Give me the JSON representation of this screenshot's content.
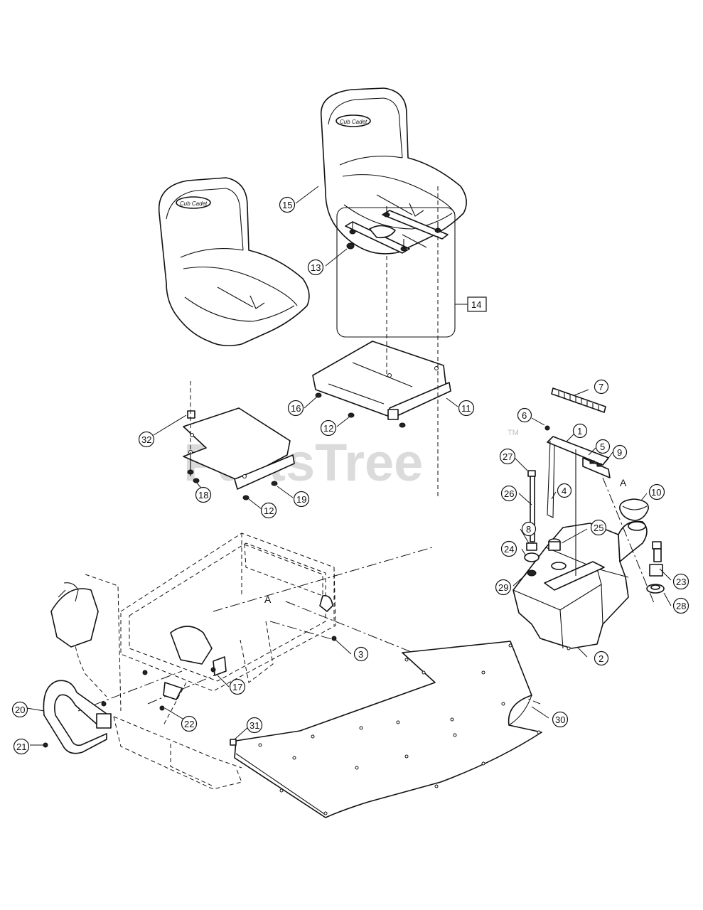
{
  "watermark": {
    "text": "PartsTree",
    "tm": "TM"
  },
  "reference_letter": "A",
  "callouts": [
    "1",
    "2",
    "3",
    "4",
    "5",
    "6",
    "7",
    "8",
    "9",
    "10",
    "11",
    "12",
    "13",
    "14",
    "15",
    "16",
    "17",
    "18",
    "19",
    "20",
    "21",
    "22",
    "23",
    "24",
    "25",
    "26",
    "28",
    "29",
    "30",
    "31",
    "32"
  ],
  "seat_logo": "Cub Cadet"
}
